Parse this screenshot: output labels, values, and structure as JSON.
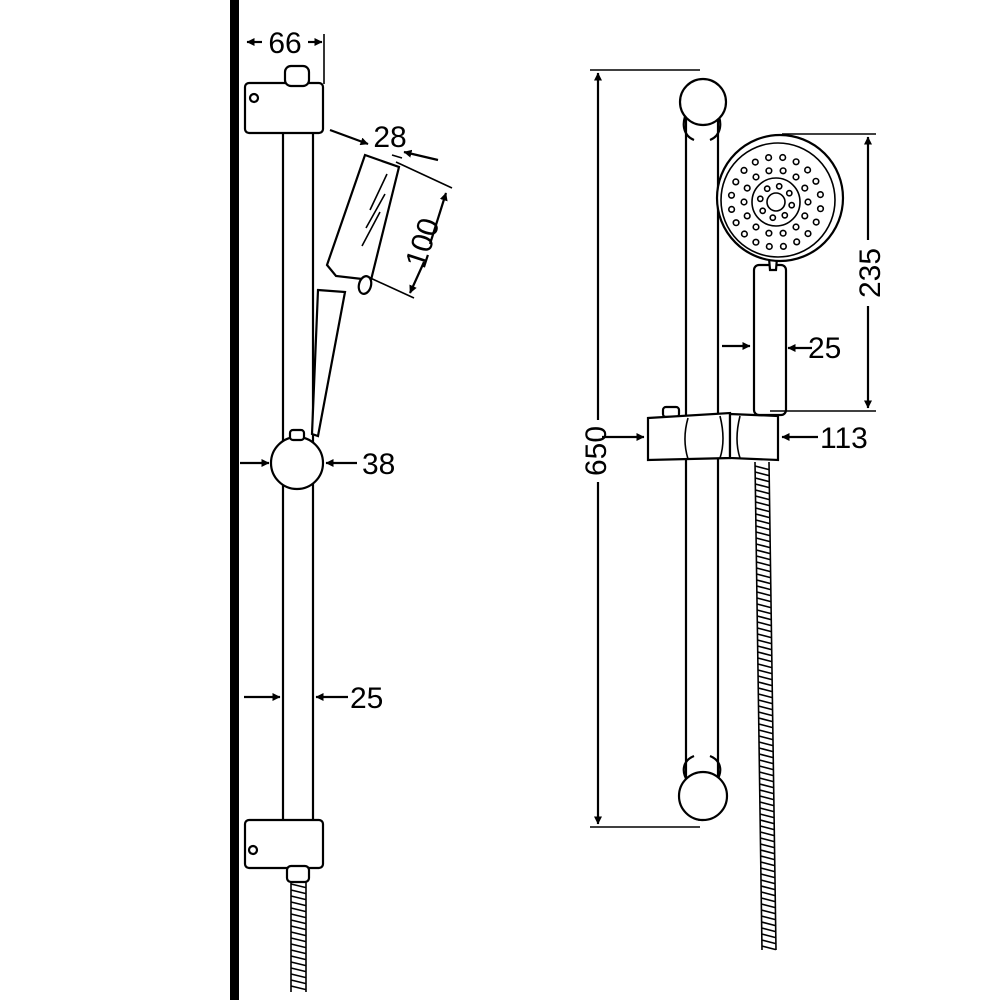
{
  "colors": {
    "line": "#000000",
    "background": "#ffffff"
  },
  "side_view": {
    "dimensions": {
      "bracket_depth": "66",
      "handset_thickness": "28",
      "handset_head_length": "100",
      "slider_diameter": "38",
      "rail_diameter": "25"
    }
  },
  "front_view": {
    "dimensions": {
      "rail_length": "650",
      "handset_length": "235",
      "handle_diameter": "25",
      "slider_projection": "113"
    }
  }
}
